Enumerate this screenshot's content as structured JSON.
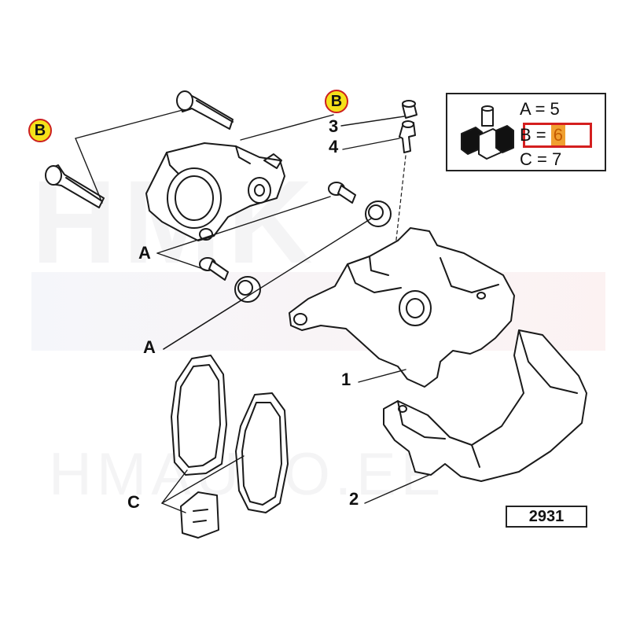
{
  "diagram": {
    "callouts": {
      "part_1": "1",
      "part_2": "2",
      "part_3": "3",
      "part_4": "4",
      "group_a_upper": "A",
      "group_a_lower": "A",
      "group_c": "C"
    },
    "badges": {
      "left": "B",
      "top": "B"
    },
    "badge_fill": "#f5e11a",
    "badge_ring": "#cc1f1f",
    "legend": {
      "a_label": "A =",
      "a_value": "5",
      "b_label": "B =",
      "b_value": "6",
      "b_value_fill": "#f0a030",
      "c_label": "C =",
      "c_value": "7",
      "highlight_color": "#d41f1f",
      "icon": "tools-icon"
    },
    "reference_number": "2931",
    "watermark": {
      "top": "HMK",
      "bottom": "HMAUTO.EE"
    }
  }
}
